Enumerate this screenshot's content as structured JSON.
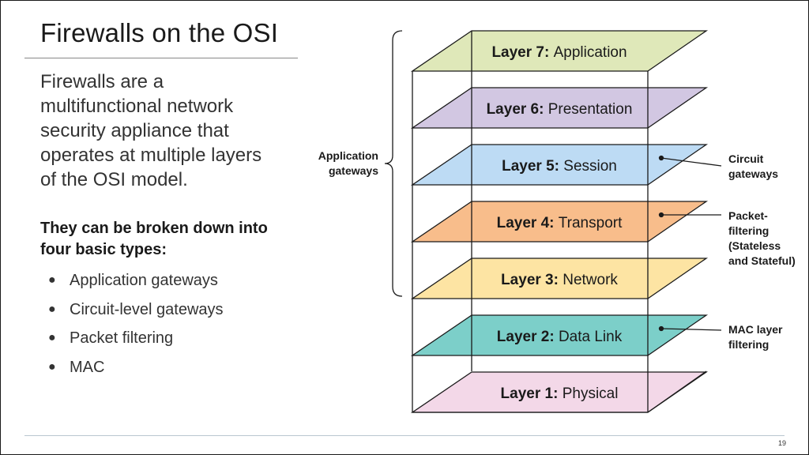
{
  "slide": {
    "title": "Firewalls on the OSI",
    "intro": "Firewalls are a multifunctional network security appliance that operates at multiple layers of the OSI model.",
    "types_heading": "They can be broken down into four basic types:",
    "types": [
      "Application gateways",
      "Circuit-level gateways",
      "Packet filtering",
      "MAC"
    ],
    "page_number": "19"
  },
  "diagram": {
    "layers": [
      {
        "num": "Layer 7:",
        "name": "Application",
        "color": "#dfe8b9"
      },
      {
        "num": "Layer 6:",
        "name": "Presentation",
        "color": "#d2c7e2"
      },
      {
        "num": "Layer 5:",
        "name": "Session",
        "color": "#bddbf4"
      },
      {
        "num": "Layer 4:",
        "name": "Transport",
        "color": "#f8bd8b"
      },
      {
        "num": "Layer 3:",
        "name": "Network",
        "color": "#fde4a3"
      },
      {
        "num": "Layer 2:",
        "name": "Data Link",
        "color": "#7ccfc9"
      },
      {
        "num": "Layer 1:",
        "name": "Physical",
        "color": "#f3d8e8"
      }
    ],
    "left_label": "Application\ngateways",
    "right_labels": {
      "circuit": "Circuit\ngateways",
      "packet": "Packet-\nfiltering\n(Stateless\nand Stateful)",
      "mac": "MAC layer\nfiltering"
    }
  }
}
